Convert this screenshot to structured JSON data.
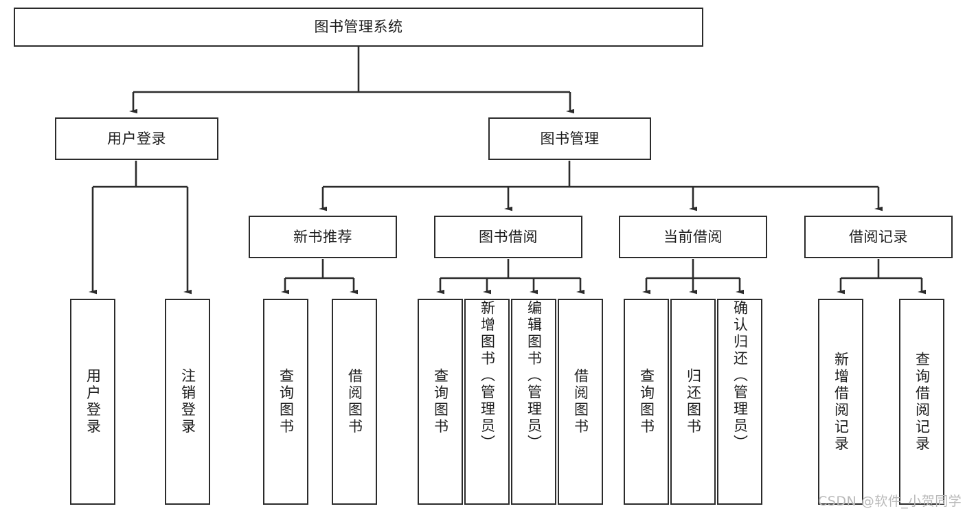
{
  "diagram": {
    "type": "hierarchy-tree",
    "title": "图书管理系统",
    "watermark": "CSDN @软件_小贺同学",
    "colors": {
      "box_border": "#2b2b2b",
      "box_fill": "#ffffff",
      "connector": "#2b2b2b",
      "text": "#1d1d1d",
      "watermark": "#b9b9b9",
      "background": "#ffffff"
    },
    "root": {
      "label": "图书管理系统"
    },
    "level2": [
      {
        "label": "用户登录"
      },
      {
        "label": "图书管理"
      }
    ],
    "level3": [
      {
        "label": "新书推荐"
      },
      {
        "label": "图书借阅"
      },
      {
        "label": "当前借阅"
      },
      {
        "label": "借阅记录"
      }
    ],
    "leaves": {
      "user_login": [
        {
          "label": "用户登录"
        },
        {
          "label": "注销登录"
        }
      ],
      "new_book_recommend": [
        {
          "label": "查询图书"
        },
        {
          "label": "借阅图书"
        }
      ],
      "book_borrow": [
        {
          "label": "查询图书"
        },
        {
          "label": "新增图书（管理员）"
        },
        {
          "label": "编辑图书（管理员）"
        },
        {
          "label": "借阅图书"
        }
      ],
      "current_borrow": [
        {
          "label": "查询图书"
        },
        {
          "label": "归还图书"
        },
        {
          "label": "确认归还（管理员）"
        }
      ],
      "borrow_record": [
        {
          "label": "新增借阅记录"
        },
        {
          "label": "查询借阅记录"
        }
      ]
    }
  }
}
